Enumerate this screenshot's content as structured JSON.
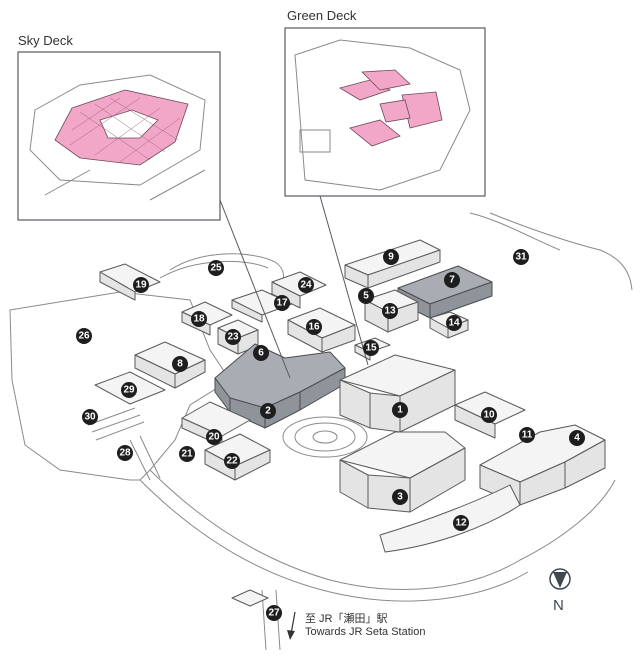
{
  "insets": {
    "sky_deck": "Sky Deck",
    "green_deck": "Green Deck"
  },
  "buildings": [
    {
      "id": "building-1",
      "label": "1"
    },
    {
      "id": "building-2",
      "label": "2"
    },
    {
      "id": "building-3",
      "label": "3"
    },
    {
      "id": "building-4",
      "label": "4"
    },
    {
      "id": "building-5",
      "label": "5"
    },
    {
      "id": "building-6",
      "label": "6"
    },
    {
      "id": "building-7",
      "label": "7"
    },
    {
      "id": "building-8",
      "label": "8"
    },
    {
      "id": "building-9",
      "label": "9"
    },
    {
      "id": "building-10",
      "label": "10"
    },
    {
      "id": "building-11",
      "label": "11"
    },
    {
      "id": "building-12",
      "label": "12"
    },
    {
      "id": "building-13",
      "label": "13"
    },
    {
      "id": "building-14",
      "label": "14"
    },
    {
      "id": "building-15",
      "label": "15"
    },
    {
      "id": "building-16",
      "label": "16"
    },
    {
      "id": "building-17",
      "label": "17"
    },
    {
      "id": "building-18",
      "label": "18"
    },
    {
      "id": "building-19",
      "label": "19"
    },
    {
      "id": "building-20",
      "label": "20"
    },
    {
      "id": "building-21",
      "label": "21"
    },
    {
      "id": "building-22",
      "label": "22"
    },
    {
      "id": "building-23",
      "label": "23"
    },
    {
      "id": "building-24",
      "label": "24"
    },
    {
      "id": "building-25",
      "label": "25"
    },
    {
      "id": "building-26",
      "label": "26"
    },
    {
      "id": "building-27",
      "label": "27"
    },
    {
      "id": "building-28",
      "label": "28"
    },
    {
      "id": "building-29",
      "label": "29"
    },
    {
      "id": "building-30",
      "label": "30"
    },
    {
      "id": "building-31",
      "label": "31"
    }
  ],
  "directions": {
    "station_jp": "至 JR「瀬田」駅",
    "station_en": "Towards JR Seta Station"
  },
  "compass": {
    "letter": "N",
    "icon": "north-arrow-icon"
  },
  "colors": {
    "highlight_building": "#a9adb3",
    "deck_pink": "#f2a6c8",
    "badge": "#1e1e1e"
  }
}
